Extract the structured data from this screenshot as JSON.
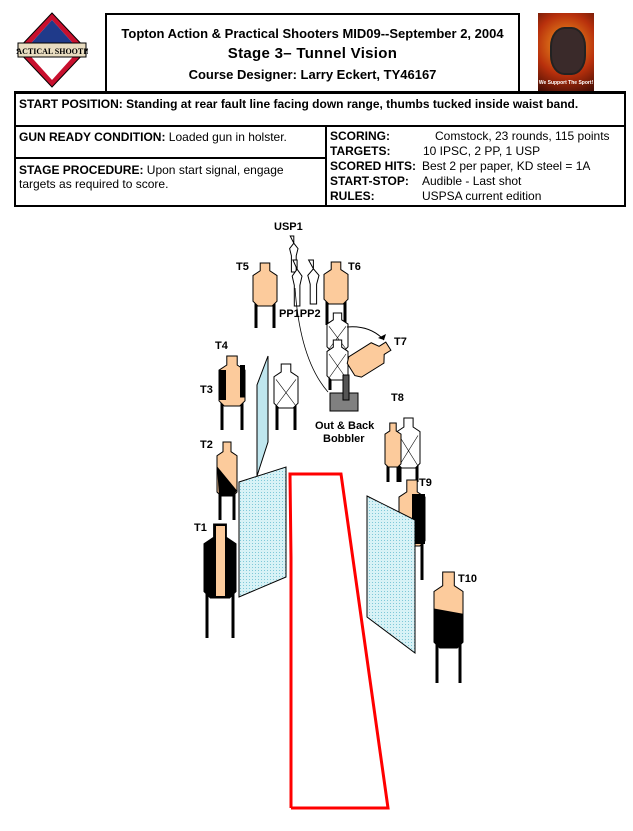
{
  "header": {
    "line1": "Topton Action & Practical Shooters MID09--September 2, 2004",
    "line2": "Stage 3– Tunnel Vision",
    "line3": "Course Designer: Larry Eckert, TY46167"
  },
  "logos": {
    "left": "PRACTICAL SHOOTING",
    "right": "We Support The Sport!"
  },
  "start": {
    "label": "START POSITION:",
    "text": "Standing at rear fault line facing down range, thumbs tucked inside waist band."
  },
  "gun": {
    "label": "GUN READY CONDITION:",
    "text": "Loaded gun in holster."
  },
  "procedure": {
    "label": "STAGE PROCEDURE:",
    "text": "Upon start signal, engage targets as required to score."
  },
  "scoring": [
    {
      "label": "SCORING:",
      "value": "Comstock, 23 rounds, 115 points"
    },
    {
      "label": "TARGETS:",
      "value": "10 IPSC, 2 PP, 1 USP"
    },
    {
      "label": "SCORED HITS:",
      "value": "Best 2 per paper, KD steel = 1A"
    },
    {
      "label": "START-STOP:",
      "value": "Audible - Last shot"
    },
    {
      "label": "RULES:",
      "value": "USPSA current edition"
    }
  ],
  "diagram": {
    "labels": {
      "usp1": "USP1",
      "t5": "T5",
      "t6": "T6",
      "pp": "PP1PP2",
      "t7": "T7",
      "t4": "T4",
      "t3": "T3",
      "bobbler1": "Out & Back",
      "bobbler2": "Bobbler",
      "t8": "T8",
      "t2": "T2",
      "t9": "T9",
      "t1": "T1",
      "t10": "T10"
    },
    "colors": {
      "target": "#fccb9c",
      "noshoot": "#ffffff",
      "wall": "#bfe6ee",
      "fault": "#ff0000",
      "steel": "#808080"
    }
  }
}
